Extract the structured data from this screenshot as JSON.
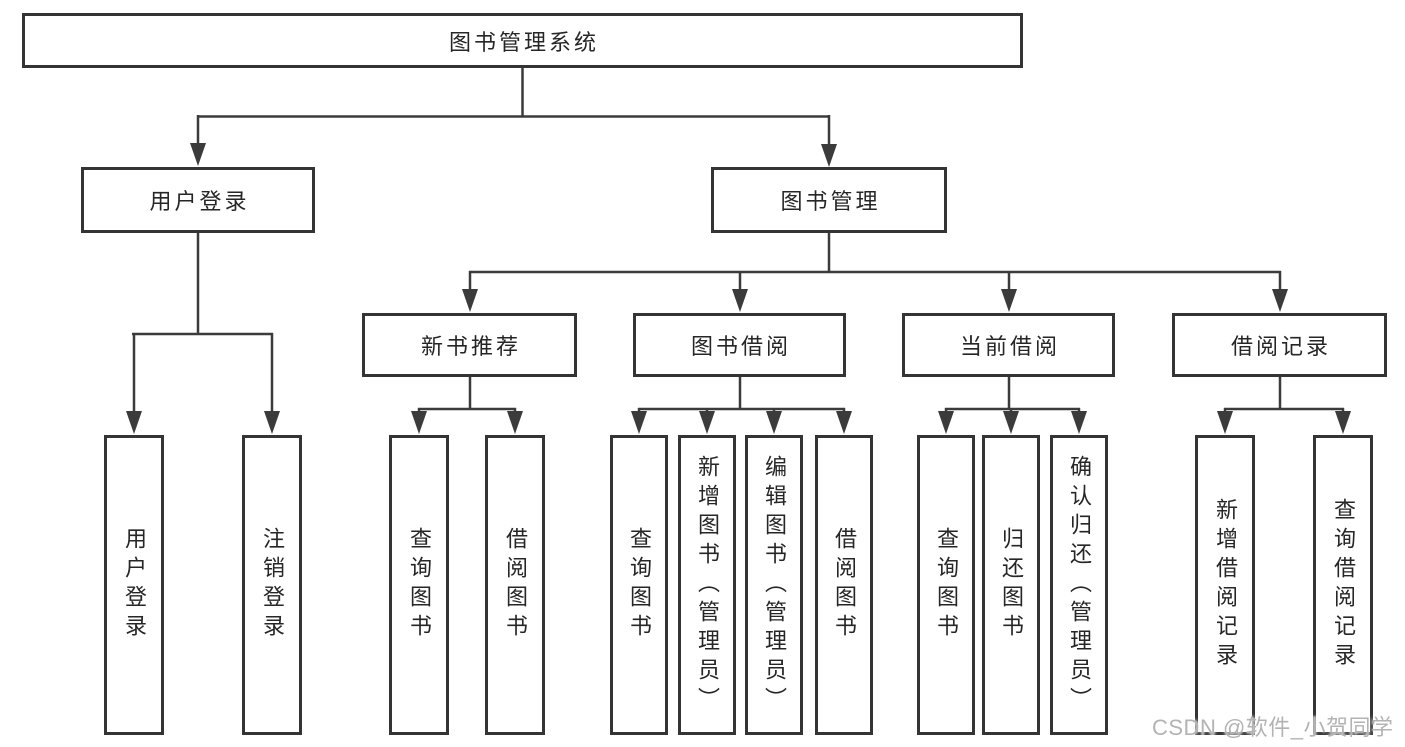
{
  "diagram": {
    "root": {
      "label": "图书管理系统"
    },
    "level2": [
      {
        "label": "用户登录"
      },
      {
        "label": "图书管理"
      }
    ],
    "level3": [
      {
        "label": "新书推荐"
      },
      {
        "label": "图书借阅"
      },
      {
        "label": "当前借阅"
      },
      {
        "label": "借阅记录"
      }
    ],
    "leaves": {
      "user_login": [
        "用户登录",
        "注销登录"
      ],
      "new_book_recommend": [
        "查询图书",
        "借阅图书"
      ],
      "book_borrow": [
        "查询图书",
        "新增图书（管理员）",
        "编辑图书（管理员）",
        "借阅图书"
      ],
      "current_borrow": [
        "查询图书",
        "归还图书",
        "确认归还（管理员）"
      ],
      "borrow_records": [
        "新增借阅记录",
        "查询借阅记录"
      ]
    },
    "watermark": "CSDN @软件_小贺同学"
  },
  "colors": {
    "line": "#3b3b3b",
    "box_border": "#343434",
    "text": "#262626",
    "watermark": "#b3b3b3",
    "background": "#ffffff"
  }
}
